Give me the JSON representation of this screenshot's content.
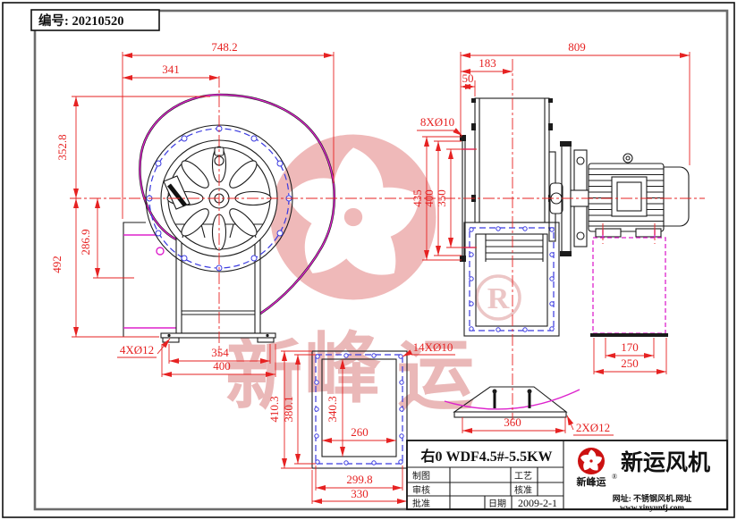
{
  "header": {
    "number": "编号: 20210520"
  },
  "dimensions": {
    "front": {
      "overall_width": "748.2",
      "inlet_to_axis": "341",
      "top_to_axis": "352.8",
      "axis_to_flange": "286.9",
      "axis_to_base": "492",
      "base_holes": "4XØ12",
      "base_hole_span": "354",
      "base_width": "400"
    },
    "side": {
      "overall_length": "809",
      "inlet_depth": "183",
      "flange_offset": "50",
      "inlet_holes": "8XØ10",
      "flange_outer": "435",
      "flange_bolt_circle": "400",
      "flange_inner": "350",
      "support_hole_span": "170",
      "support_width": "250"
    },
    "outlet_flange": {
      "holes": "14XØ10",
      "outer_height": "410.3",
      "bolt_height": "380.1",
      "inner_height": "340.3",
      "inner_width": "260",
      "bolt_width": "299.8",
      "outer_width": "330"
    },
    "saddle": {
      "base_width": "360",
      "holes": "2XØ12"
    }
  },
  "title_block": {
    "model": "右0 WDF4.5#-5.5KW",
    "drawn_label": "制图",
    "checked_label": "审核",
    "approved_label": "批准",
    "process_label": "工艺",
    "ratified_label": "核准",
    "date_label": "日期",
    "date": "2009-2-1",
    "company": "新运风机",
    "logo_text": "新峰运",
    "reg_mark": "®",
    "website_line1": "网址: 不锈钢风机.网址",
    "website_line2": "www.xinyunfj.com"
  },
  "watermark": {
    "char1": "新",
    "char2": "峰",
    "char3": "运",
    "reg": "R"
  },
  "colors": {
    "dimension_red": "#e62222",
    "casing_magenta": "#dd22cc",
    "bolt_blue": "#3a3ae0",
    "logo_red": "#cc1111",
    "watermark_pink": "#efb9b9"
  }
}
